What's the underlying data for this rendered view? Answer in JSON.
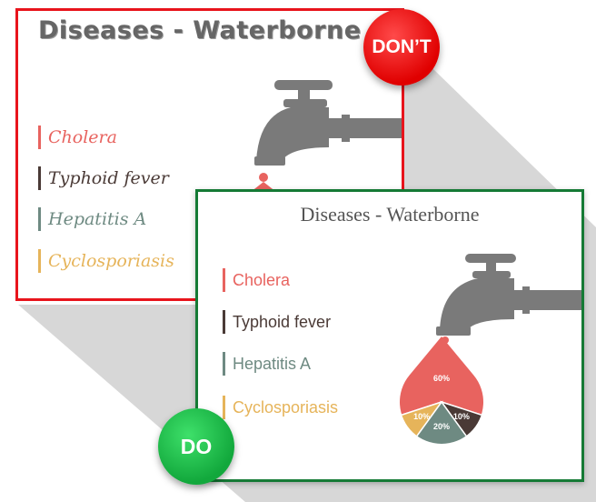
{
  "dont": {
    "title": "Diseases - Waterborne",
    "badge": "DON’T",
    "items": [
      {
        "label": "Cholera",
        "color": "#e8635f"
      },
      {
        "label": "Typhoid fever",
        "color": "#4a3a36"
      },
      {
        "label": "Hepatitis A",
        "color": "#6e8a82"
      },
      {
        "label": "Cyclosporiasis",
        "color": "#e6b45a"
      }
    ]
  },
  "do": {
    "title": "Diseases - Waterborne",
    "badge": "DO",
    "items": [
      {
        "label": "Cholera",
        "color": "#e8635f"
      },
      {
        "label": "Typhoid fever",
        "color": "#4a3a36"
      },
      {
        "label": "Hepatitis A",
        "color": "#6e8a82"
      },
      {
        "label": "Cyclosporiasis",
        "color": "#e6b45a"
      }
    ]
  },
  "chart_data": {
    "type": "pie",
    "categories": [
      "Cholera",
      "Typhoid fever",
      "Hepatitis A",
      "Cyclosporiasis"
    ],
    "values": [
      60,
      10,
      20,
      10
    ],
    "labels": [
      "60%",
      "10%",
      "20%",
      "10%"
    ],
    "colors": [
      "#e8635f",
      "#4a3a36",
      "#6e8a82",
      "#e6b45a"
    ]
  }
}
